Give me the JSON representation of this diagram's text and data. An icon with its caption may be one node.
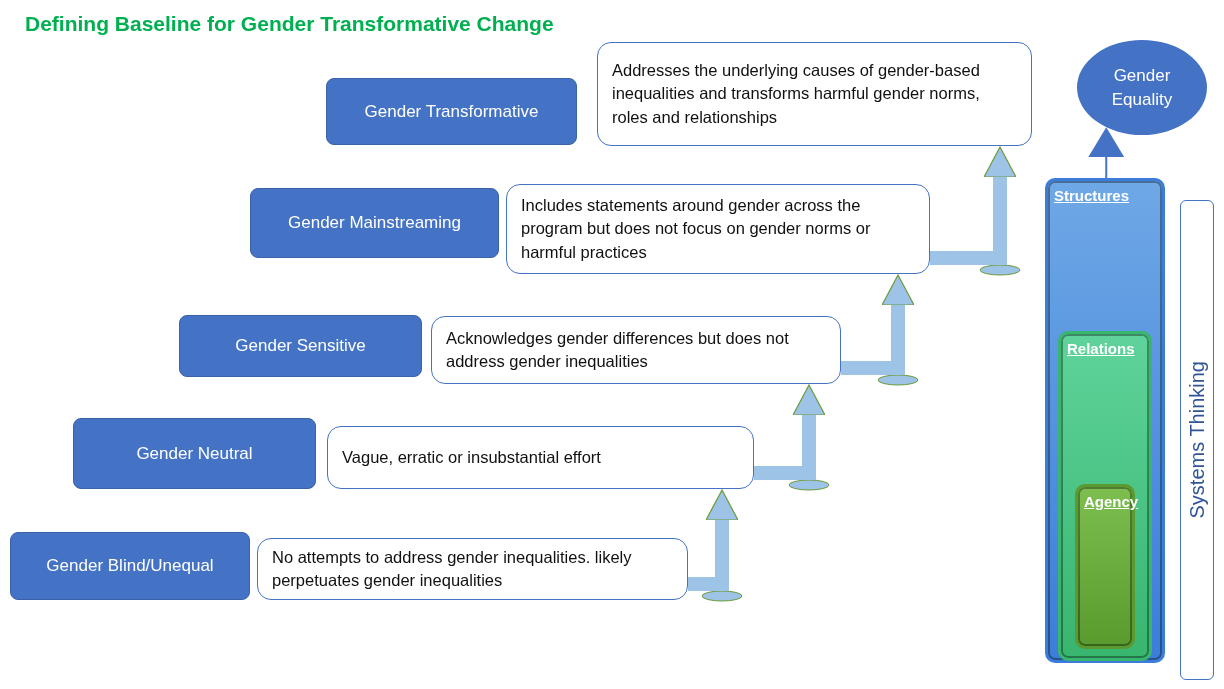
{
  "diagram": {
    "title": "Defining Baseline for Gender Transformative Change",
    "nodes": [
      {
        "text": [
          "Gender Transformative"
        ]
      },
      {
        "text": [
          "Addresses the underlying causes of gender-based inequalities and transforms harmful gender norms, roles and relationships"
        ]
      },
      {
        "text": [
          "Gender Mainstreaming"
        ]
      },
      {
        "text": [
          "Includes statements around gender across the program but does not focus on gender norms or harmful practices"
        ]
      },
      {
        "text": [
          "Gender Sensitive"
        ]
      },
      {
        "text": [
          "Acknowledges gender differences but does not address gender inequalities"
        ]
      },
      {
        "text": [
          "Gender Neutral"
        ]
      },
      {
        "text": [
          "Vague, erratic or insubstantial effort"
        ]
      },
      {
        "text": [
          "Gender Blind/Unequal"
        ]
      },
      {
        "text": [
          "No attempts to address gender inequalities. likely perpetuates gender inequalities"
        ]
      },
      {
        "text": [
          "Gender Equality"
        ]
      },
      {
        "text": [
          "Structures"
        ]
      },
      {
        "text": [
          "Relations"
        ],
        "in": 11
      },
      {
        "text": [
          "Agency"
        ],
        "in": 12
      },
      {
        "text": [
          "Systems Thinking"
        ]
      }
    ],
    "edges": [
      {
        "from": 9,
        "to": 7,
        "arrow": "to"
      },
      {
        "from": 7,
        "to": 5,
        "arrow": "to"
      },
      {
        "from": 5,
        "to": 3,
        "arrow": "to"
      },
      {
        "from": 3,
        "to": 1,
        "arrow": "to"
      },
      {
        "from": 11,
        "to": 10,
        "arrow": "to"
      }
    ]
  }
}
